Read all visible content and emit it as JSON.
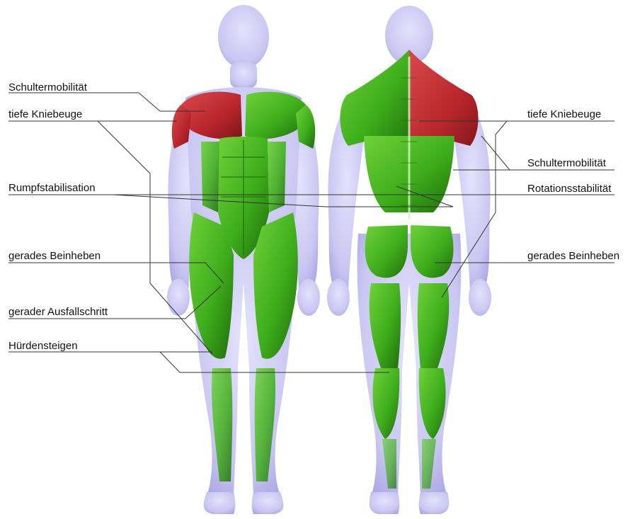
{
  "labels_left": [
    "Schultermobilität",
    "tiefe Kniebeuge",
    "Rumpfstabilisation",
    "gerades Beinheben",
    "gerader Ausfallschritt",
    "Hürdensteigen"
  ],
  "labels_right": [
    "tiefe Kniebeuge",
    "Schultermobilität",
    "Rotationsstabilität",
    "gerades Beinheben"
  ],
  "colors": {
    "body": "#c9c6f2",
    "body_edge": "#a9a4e2",
    "muscle_green": "#3fae1c",
    "muscle_green_dark": "#237a0c",
    "muscle_red": "#b8262b",
    "leader_line": "#333333",
    "text": "#111111"
  },
  "views": [
    "front",
    "back"
  ]
}
